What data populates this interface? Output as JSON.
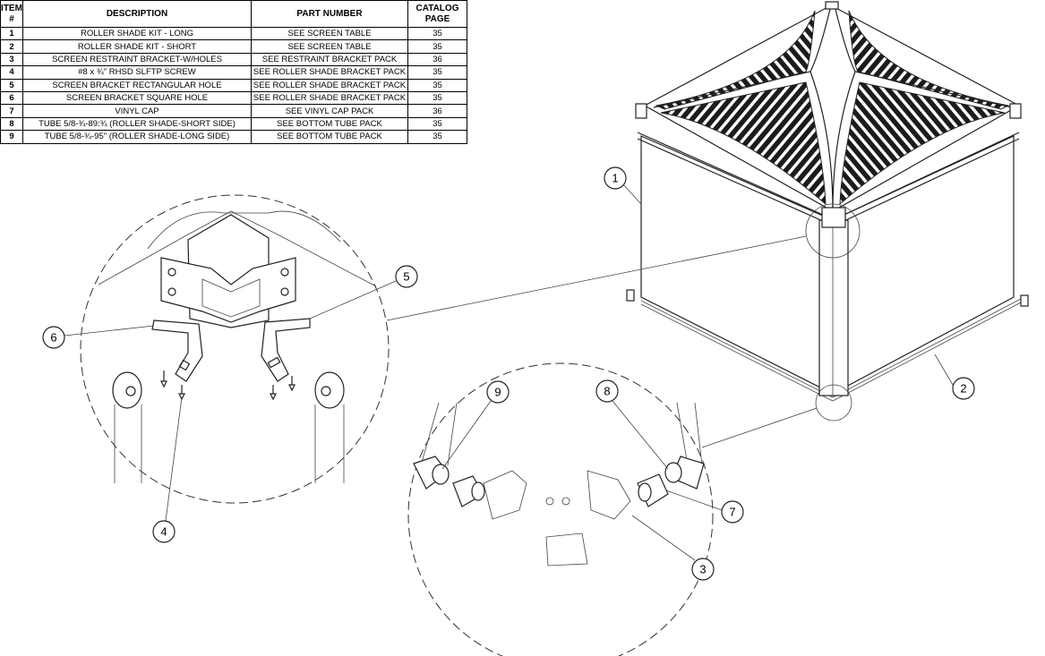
{
  "table": {
    "headers": {
      "item": [
        "ITEM",
        "#"
      ],
      "description": "DESCRIPTION",
      "part_number": "PART NUMBER",
      "catalog": [
        "CATALOG",
        "PAGE"
      ]
    },
    "rows": [
      {
        "item": "1",
        "description": "ROLLER SHADE KIT - LONG",
        "part": "SEE SCREEN TABLE",
        "page": "35"
      },
      {
        "item": "2",
        "description": "ROLLER SHADE KIT - SHORT",
        "part": "SEE SCREEN TABLE",
        "page": "35"
      },
      {
        "item": "3",
        "description": "SCREEN RESTRAINT BRACKET-W/HOLES",
        "part": "SEE RESTRAINT BRACKET PACK",
        "page": "36"
      },
      {
        "item": "4",
        "description": "#8 x ¾\" RHSD SLFTP SCREW",
        "part": "SEE ROLLER SHADE BRACKET PACK",
        "page": "35"
      },
      {
        "item": "5",
        "description": "SCREEN BRACKET RECTANGULAR HOLE",
        "part": "SEE ROLLER SHADE BRACKET PACK",
        "page": "35"
      },
      {
        "item": "6",
        "description": "SCREEN BRACKET SQUARE HOLE",
        "part": "SEE ROLLER SHADE BRACKET PACK",
        "page": "35"
      },
      {
        "item": "7",
        "description": "VINYL CAP",
        "part": "SEE VINYL CAP PACK",
        "page": "36"
      },
      {
        "item": "8",
        "description": "TUBE 5/8-¾-89:¾ (ROLLER SHADE-SHORT SIDE)",
        "part": "SEE BOTTOM TUBE PACK",
        "page": "35"
      },
      {
        "item": "9",
        "description": "TUBE 5/8-¾-95\" (ROLLER SHADE-LONG SIDE)",
        "part": "SEE BOTTOM TUBE PACK",
        "page": "35"
      }
    ]
  },
  "callouts": {
    "c1": "1",
    "c2": "2",
    "c3": "3",
    "c4": "4",
    "c5": "5",
    "c6": "6",
    "c7": "7",
    "c8": "8",
    "c9": "9"
  }
}
